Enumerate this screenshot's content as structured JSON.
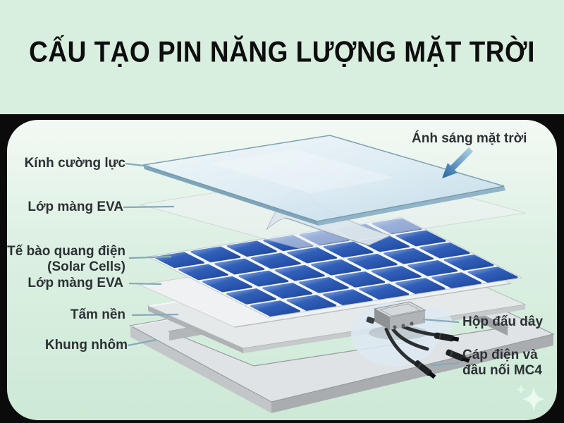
{
  "title": "CẤU TẠO PIN NĂNG LƯỢNG MẶT TRỜI",
  "diagram": {
    "labels_left": {
      "tempered_glass": "Kính cường lực",
      "eva_film_top": "Lớp màng EVA",
      "solar_cells": "Tế bào quang điện",
      "solar_cells_sub": "(Solar Cells)",
      "eva_film_bottom": "Lớp màng EVA",
      "backsheet": "Tấm nền",
      "aluminum_frame": "Khung nhôm"
    },
    "labels_right": {
      "sunlight": "Ánh sáng mặt trời",
      "junction_box": "Hộp đấu dây",
      "cable_line1": "Cáp điện và",
      "cable_line2": "đầu nối MC4"
    },
    "icons": {
      "sunlight_arrow": "arrow-pointing-down-left-to-glass",
      "sparkle": "four-point-star"
    },
    "colors": {
      "page_background": "#d8eede",
      "panel_border": "#0b0b0b",
      "panel_background_top": "#f3f9f4",
      "panel_background_bottom": "#cde9d6",
      "solar_cell_blue": "#2e5cb4",
      "glass_blue": "#cfe3f0",
      "frame_gray": "#e0e3e5",
      "leader_line": "#85aabb",
      "arrow_blue": "#2f6da6",
      "label_text": "#2b3134",
      "title_text": "#0e0e0e"
    }
  }
}
